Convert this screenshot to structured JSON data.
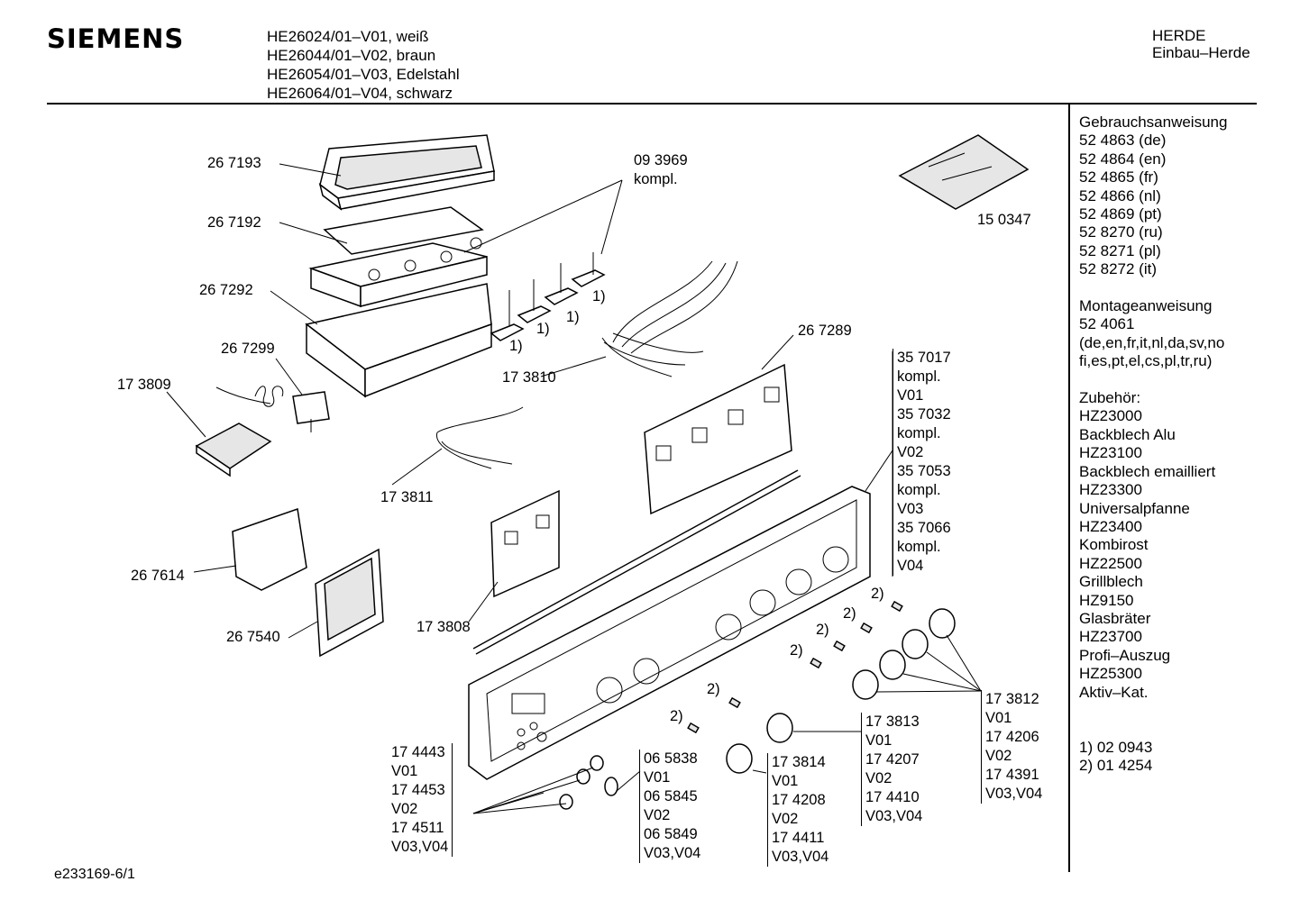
{
  "header": {
    "brand": "SIEMENS",
    "models": [
      "HE26024/01–V01, weiß",
      "HE26044/01–V02, braun",
      "HE26054/01–V03, Edelstahl",
      "HE26064/01–V04, schwarz"
    ],
    "category": [
      "HERDE",
      "Einbau–Herde"
    ]
  },
  "sidebar": {
    "manual_title": "Gebrauchsanweisung",
    "manuals": [
      "52 4863 (de)",
      "52 4864 (en)",
      "52 4865 (fr)",
      "52 4866 (nl)",
      "52 4869 (pt)",
      "52 8270 (ru)",
      "52 8271 (pl)",
      "52 8272 (it)"
    ],
    "assembly_title": "Montageanweisung",
    "assembly": [
      "52 4061",
      "(de,en,fr,it,nl,da,sv,no",
      "fi,es,pt,el,cs,pl,tr,ru)"
    ],
    "accessories_title": "Zubehör:",
    "accessories": [
      "HZ23000",
      "Backblech Alu",
      "HZ23100",
      "Backblech emailliert",
      "HZ23300",
      "Universalpfanne",
      "HZ23400",
      "Kombirost",
      "HZ22500",
      "Grillblech",
      "HZ9150",
      "Glasbräter",
      "HZ23700",
      "Profi–Auszug",
      "HZ25300",
      "Aktiv–Kat."
    ],
    "notes": [
      "1) 02 0943",
      "2) 01 4254"
    ]
  },
  "parts": {
    "p267193": "26 7193",
    "p267192": "26 7192",
    "p267292": "26 7292",
    "p267299": "26 7299",
    "p173809": "17 3809",
    "p093969": "09 3969",
    "p093969_sub": "kompl.",
    "p150347": "15 0347",
    "p173810": "17 3810",
    "p267289": "26 7289",
    "p173811": "17 3811",
    "p267614": "26 7614",
    "p267540": "26 7540",
    "p173808": "17 3808",
    "note1": "1)",
    "note2": "2)"
  },
  "groups": {
    "panel": [
      "35 7017",
      "kompl.",
      "V01",
      "35 7032",
      "kompl.",
      "V02",
      "35 7053",
      "kompl.",
      "V03",
      "35 7066",
      "kompl.",
      "V04"
    ],
    "g174443": [
      "17 4443",
      "V01",
      "17 4453",
      "V02",
      "17 4511",
      "V03,V04"
    ],
    "g065838": [
      "06 5838",
      "V01",
      "06 5845",
      "V02",
      "06 5849",
      "V03,V04"
    ],
    "g173814": [
      "17 3814",
      "V01",
      "17 4208",
      "V02",
      "17 4411",
      "V03,V04"
    ],
    "g173813": [
      "17 3813",
      "V01",
      "17 4207",
      "V02",
      "17 4410",
      "V03,V04"
    ],
    "g173812": [
      "17 3812",
      "V01",
      "17 4206",
      "V02",
      "17 4391",
      "V03,V04"
    ]
  },
  "footer": {
    "doc_id": "e233169-6/1"
  }
}
